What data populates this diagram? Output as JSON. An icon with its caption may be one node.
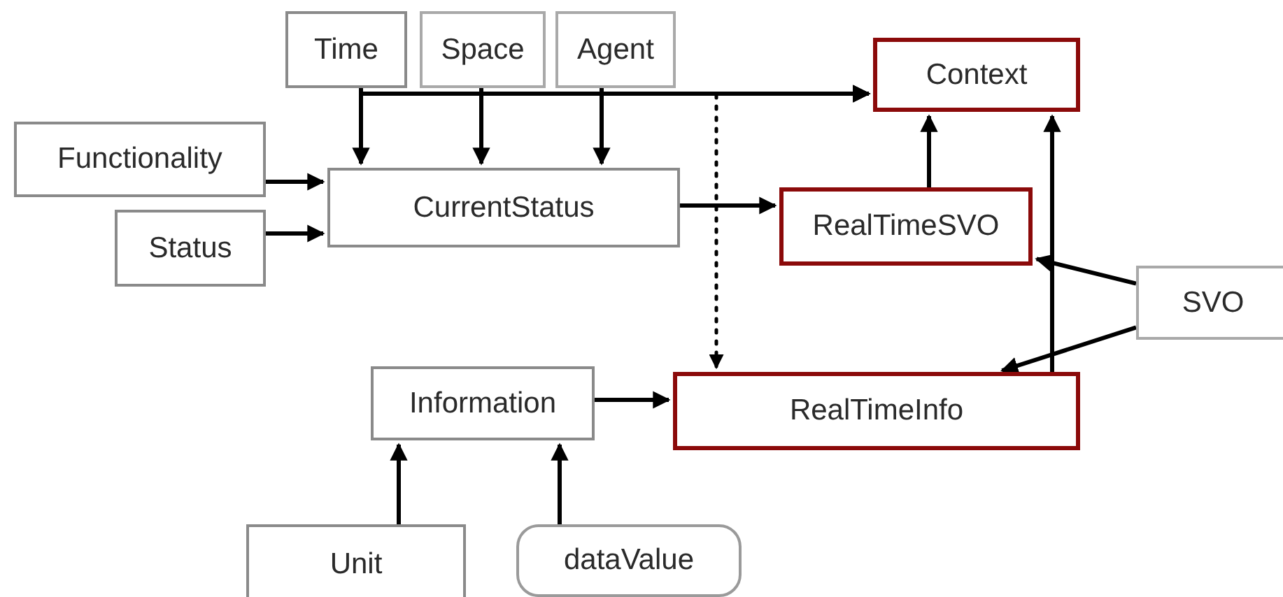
{
  "diagram": {
    "nodes": [
      {
        "text": [
          "Time"
        ]
      },
      {
        "text": [
          "Space"
        ]
      },
      {
        "text": [
          "Agent"
        ]
      },
      {
        "text": [
          "Context"
        ]
      },
      {
        "text": [
          "Functionality"
        ]
      },
      {
        "text": [
          "CurrentStatus"
        ]
      },
      {
        "text": [
          "Status"
        ]
      },
      {
        "text": [
          "RealTimeSVO"
        ]
      },
      {
        "text": [
          "SVO"
        ]
      },
      {
        "text": [
          "Information"
        ]
      },
      {
        "text": [
          "RealTimeInfo"
        ]
      },
      {
        "text": [
          "Unit"
        ]
      },
      {
        "text": [
          "dataValue"
        ]
      }
    ],
    "edges": [
      {
        "from": 0,
        "to": 5,
        "arrow": "to"
      },
      {
        "from": 1,
        "to": 5,
        "arrow": "to"
      },
      {
        "from": 2,
        "to": 5,
        "arrow": "to"
      },
      {
        "from": 0,
        "to": 3,
        "arrow": "to"
      },
      {
        "from": 1,
        "to": 3,
        "arrow": "to"
      },
      {
        "from": 2,
        "to": 3,
        "arrow": "to"
      },
      {
        "from": null,
        "to": 10,
        "arrow": "to",
        "style": "dashed"
      },
      {
        "from": 4,
        "to": 5,
        "arrow": "to"
      },
      {
        "from": 6,
        "to": 5,
        "arrow": "to"
      },
      {
        "from": 5,
        "to": 7,
        "arrow": "to"
      },
      {
        "from": 7,
        "to": 3,
        "arrow": "to"
      },
      {
        "from": 10,
        "to": 3,
        "arrow": "to"
      },
      {
        "from": 8,
        "to": 7,
        "arrow": "to"
      },
      {
        "from": 8,
        "to": 10,
        "arrow": "to"
      },
      {
        "from": 9,
        "to": 10,
        "arrow": "to"
      },
      {
        "from": 11,
        "to": 9,
        "arrow": "to"
      },
      {
        "from": 12,
        "to": 9,
        "arrow": "to"
      }
    ]
  }
}
